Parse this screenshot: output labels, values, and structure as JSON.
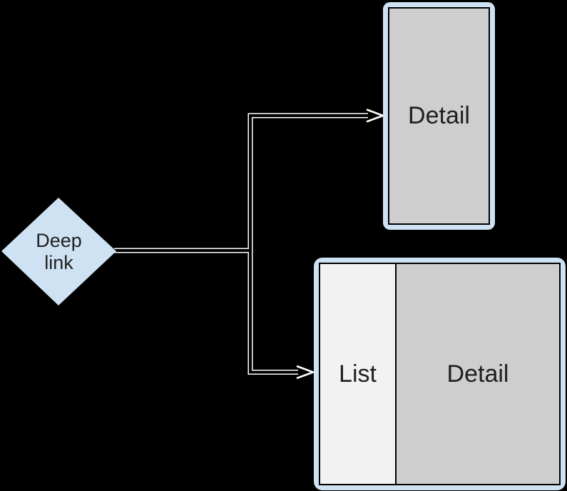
{
  "colors": {
    "background": "#000000",
    "connector": "#ffffff",
    "shape_blue": "#cfe2f3",
    "screen_gray": "#cecece",
    "list_gray": "#f2f2f2",
    "screen_border": "#000000",
    "text": "#1f1f1f"
  },
  "diamond": {
    "line1": "Deep",
    "line2": "link"
  },
  "phone": {
    "label": "Detail"
  },
  "tablet": {
    "list_label": "List",
    "detail_label": "Detail"
  }
}
